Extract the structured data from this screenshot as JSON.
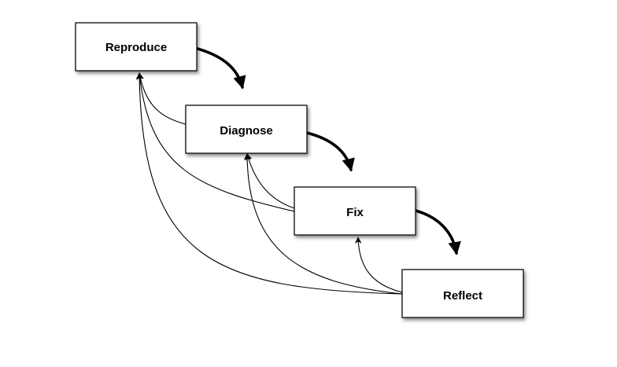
{
  "diagram": {
    "nodes": [
      {
        "id": "reproduce",
        "label": "Reproduce"
      },
      {
        "id": "diagnose",
        "label": "Diagnose"
      },
      {
        "id": "fix",
        "label": "Fix"
      },
      {
        "id": "reflect",
        "label": "Reflect"
      }
    ],
    "edges": [
      {
        "from": "reproduce",
        "to": "diagnose",
        "style": "main"
      },
      {
        "from": "diagnose",
        "to": "fix",
        "style": "main"
      },
      {
        "from": "fix",
        "to": "reflect",
        "style": "main"
      },
      {
        "from": "diagnose",
        "to": "reproduce",
        "style": "feedback"
      },
      {
        "from": "fix",
        "to": "reproduce",
        "style": "feedback"
      },
      {
        "from": "fix",
        "to": "diagnose",
        "style": "feedback"
      },
      {
        "from": "reflect",
        "to": "reproduce",
        "style": "feedback"
      },
      {
        "from": "reflect",
        "to": "diagnose",
        "style": "feedback"
      },
      {
        "from": "reflect",
        "to": "fix",
        "style": "feedback"
      }
    ]
  }
}
